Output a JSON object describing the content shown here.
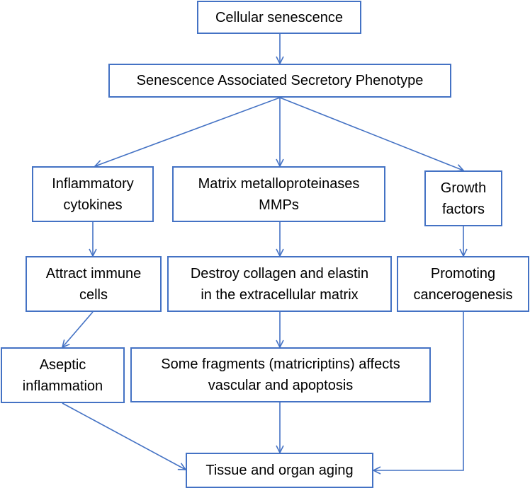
{
  "diagram": {
    "colors": {
      "border": "#4472c4",
      "arrow": "#4472c4",
      "text": "#000000",
      "background": "#ffffff"
    },
    "nodes": {
      "cellular_senescence": {
        "lines": [
          "Cellular senescence"
        ]
      },
      "sasp": {
        "lines": [
          "Senescence Associated Secretory Phenotype"
        ]
      },
      "inflammatory_cytokines": {
        "lines": [
          "Inflammatory",
          "cytokines"
        ]
      },
      "mmps": {
        "lines": [
          "Matrix metalloproteinases",
          "MMPs"
        ]
      },
      "growth_factors": {
        "lines": [
          "Growth",
          "factors"
        ]
      },
      "attract_immune_cells": {
        "lines": [
          "Attract immune",
          "cells"
        ]
      },
      "destroy_collagen": {
        "lines": [
          "Destroy collagen and elastin",
          "in the extracellular matrix"
        ]
      },
      "promoting_cancerogenesis": {
        "lines": [
          "Promoting",
          "cancerogenesis"
        ]
      },
      "aseptic_inflammation": {
        "lines": [
          "Aseptic",
          "inflammation"
        ]
      },
      "matricriptins": {
        "lines": [
          "Some fragments (matricriptins) affects",
          "vascular and apoptosis"
        ]
      },
      "tissue_organ_aging": {
        "lines": [
          "Tissue and organ aging"
        ]
      }
    },
    "edges": [
      {
        "from": "cellular_senescence",
        "to": "sasp"
      },
      {
        "from": "sasp",
        "to": "inflammatory_cytokines"
      },
      {
        "from": "sasp",
        "to": "mmps"
      },
      {
        "from": "sasp",
        "to": "growth_factors"
      },
      {
        "from": "inflammatory_cytokines",
        "to": "attract_immune_cells"
      },
      {
        "from": "mmps",
        "to": "destroy_collagen"
      },
      {
        "from": "growth_factors",
        "to": "promoting_cancerogenesis"
      },
      {
        "from": "attract_immune_cells",
        "to": "aseptic_inflammation"
      },
      {
        "from": "destroy_collagen",
        "to": "matricriptins"
      },
      {
        "from": "aseptic_inflammation",
        "to": "tissue_organ_aging"
      },
      {
        "from": "matricriptins",
        "to": "tissue_organ_aging"
      },
      {
        "from": "promoting_cancerogenesis",
        "to": "tissue_organ_aging"
      }
    ]
  }
}
